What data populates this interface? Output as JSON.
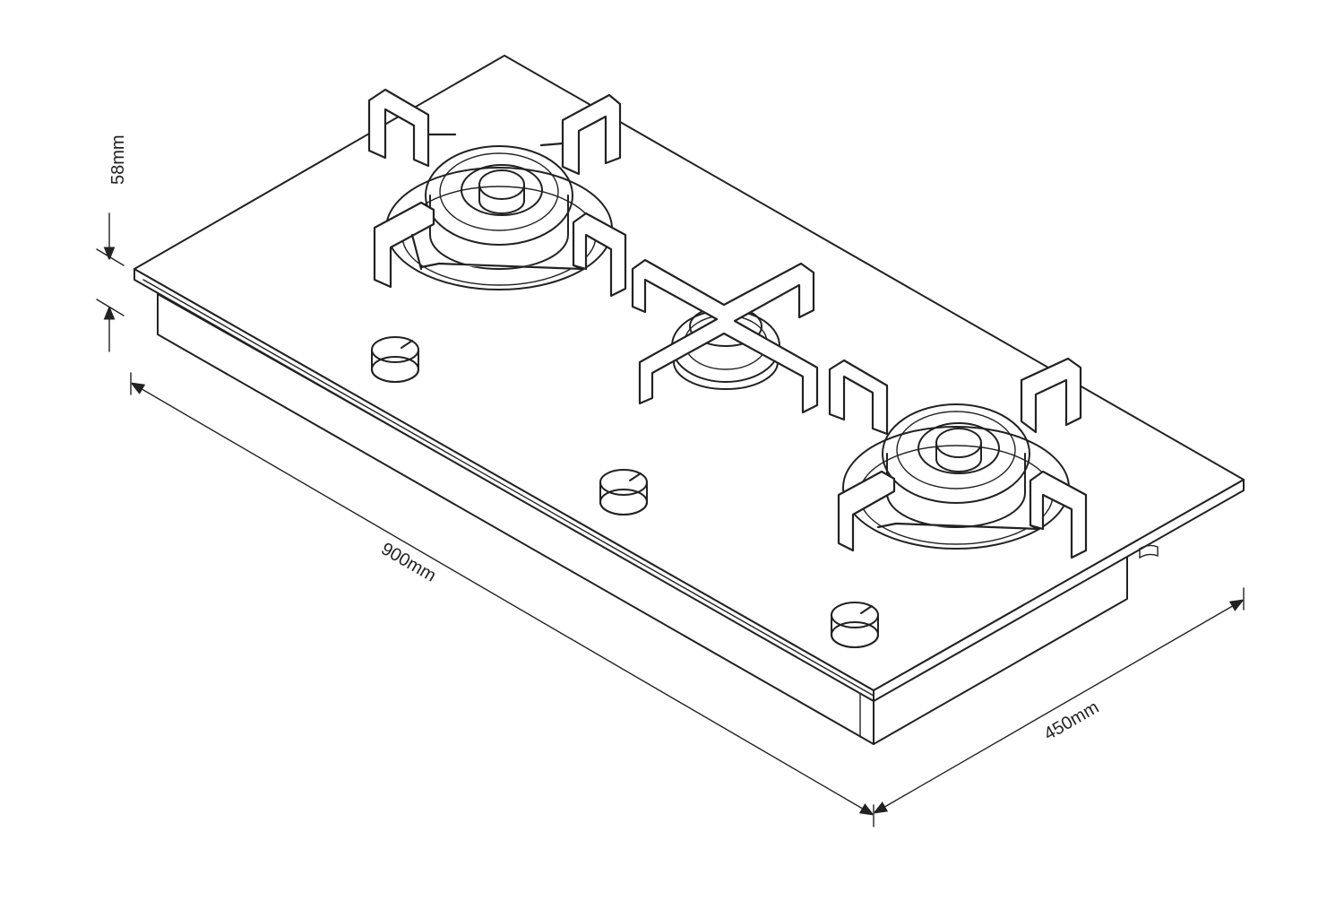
{
  "dimensions": {
    "height": "58mm",
    "width": "900mm",
    "depth": "450mm"
  },
  "burners": [
    {
      "name": "left-burner"
    },
    {
      "name": "center-burner"
    },
    {
      "name": "right-burner"
    }
  ],
  "knobs": [
    {
      "name": "knob-1"
    },
    {
      "name": "knob-2"
    },
    {
      "name": "knob-3"
    }
  ]
}
